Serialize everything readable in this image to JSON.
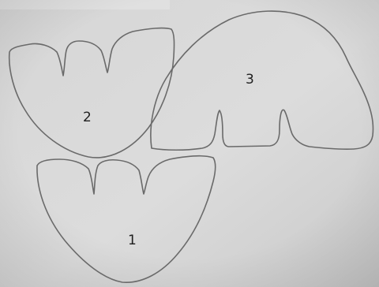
{
  "photo": {
    "paper_color": "#d9d9d9",
    "stroke_color": "#6a6a6a"
  },
  "shapes": [
    {
      "label": "1"
    },
    {
      "label": "2"
    },
    {
      "label": "3"
    }
  ]
}
